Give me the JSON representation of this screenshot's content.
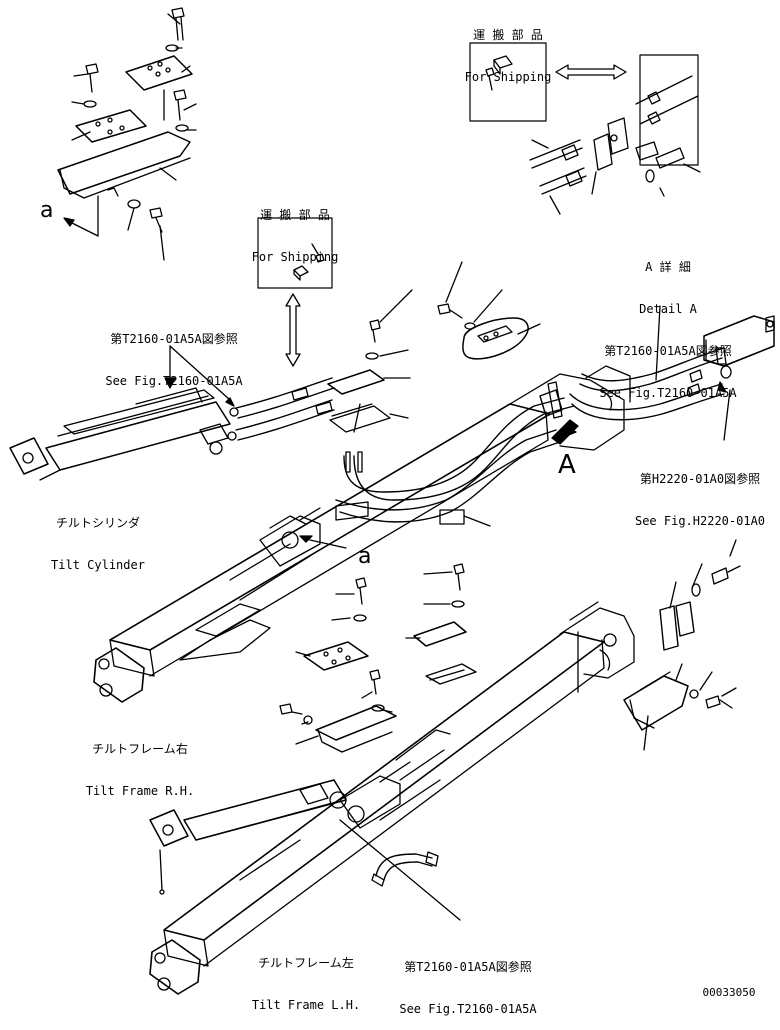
{
  "labels": {
    "shipping_top_jp": "運 搬 部 品",
    "shipping_top_en": "For Shipping",
    "shipping_mid_jp": "運 搬 部 品",
    "shipping_mid_en": "For Shipping",
    "detail_a_jp": "A 詳 細",
    "detail_a_en": "Detail A",
    "detail_a_ref_jp": "第T2160-01A5A図参照",
    "detail_a_ref_en": "See Fig.T2160-01A5A",
    "ref_upper_left_jp": "第T2160-01A5A図参照",
    "ref_upper_left_en": "See Fig.T2160-01A5A",
    "ref_h2220_jp": "第H2220-01A0図参照",
    "ref_h2220_en": "See Fig.H2220-01A0",
    "tilt_cylinder_jp": "チルトシリンダ",
    "tilt_cylinder_en": "Tilt Cylinder",
    "frame_rh_jp": "チルトフレーム右",
    "frame_rh_en": "Tilt Frame R.H.",
    "frame_lh_jp": "チルトフレーム左",
    "frame_lh_en": "Tilt Frame L.H.",
    "ref_bottom_jp": "第T2160-01A5A図参照",
    "ref_bottom_en": "See Fig.T2160-01A5A",
    "callout_a_lower": "a",
    "callout_a_upper": "A",
    "drawing_number": "00033050"
  }
}
